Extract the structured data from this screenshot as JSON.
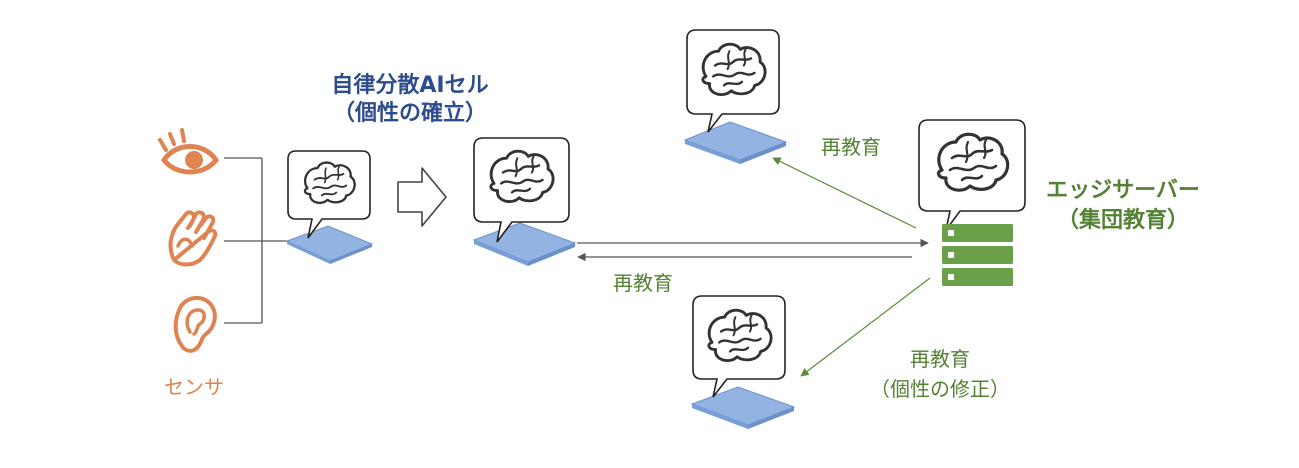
{
  "labels": {
    "sensors": "センサ",
    "cell_title_line1": "自律分散AIセル",
    "cell_title_line2": "（個性の確立）",
    "server_title_line1": "エッジサーバー",
    "server_title_line2": "（集団教育）",
    "retrain_top": "再教育",
    "retrain_middle": "再教育",
    "retrain_bottom_line1": "再教育",
    "retrain_bottom_line2": "（個性の修正）"
  },
  "icons": {
    "sensor_top": "eye-icon",
    "sensor_middle": "hand-icon",
    "sensor_bottom": "ear-icon",
    "cells": "brain-icon",
    "server": "server-rack-icon",
    "process": "hollow-arrow-icon"
  },
  "colors": {
    "sensor_orange": "#dd8452",
    "cell_blue": "#2e4d8c",
    "server_green": "#548235",
    "tile_fill": "#93b4e2",
    "tile_edge": "#6f92c8",
    "arrow_green": "#5b8a3a",
    "line_gray": "#555555"
  }
}
